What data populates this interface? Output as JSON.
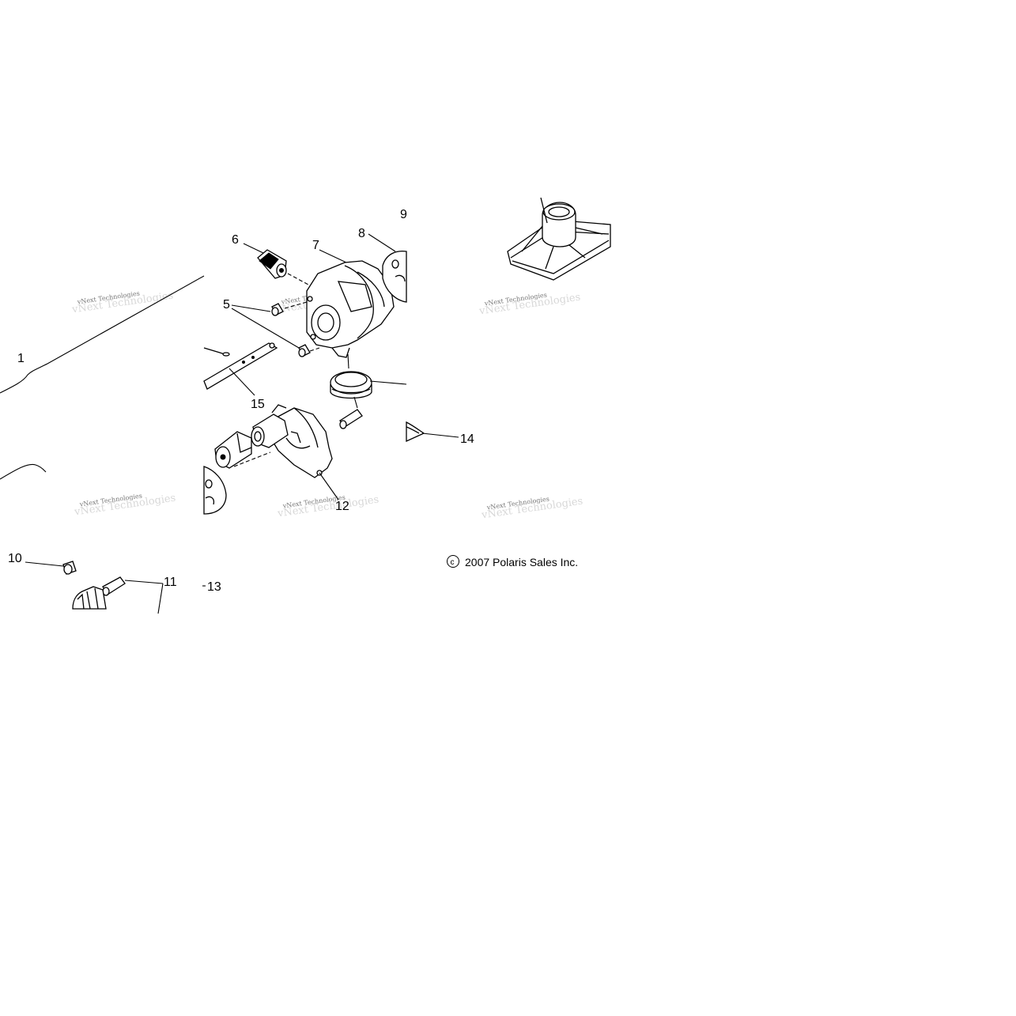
{
  "callouts": [
    "1",
    "5",
    "6",
    "7",
    "8",
    "9",
    "10",
    "11",
    "12",
    "13",
    "14",
    "15"
  ],
  "copyright": "2007 Polaris Sales Inc.",
  "copyright_symbol": "c",
  "watermark": "vNext Technologies"
}
